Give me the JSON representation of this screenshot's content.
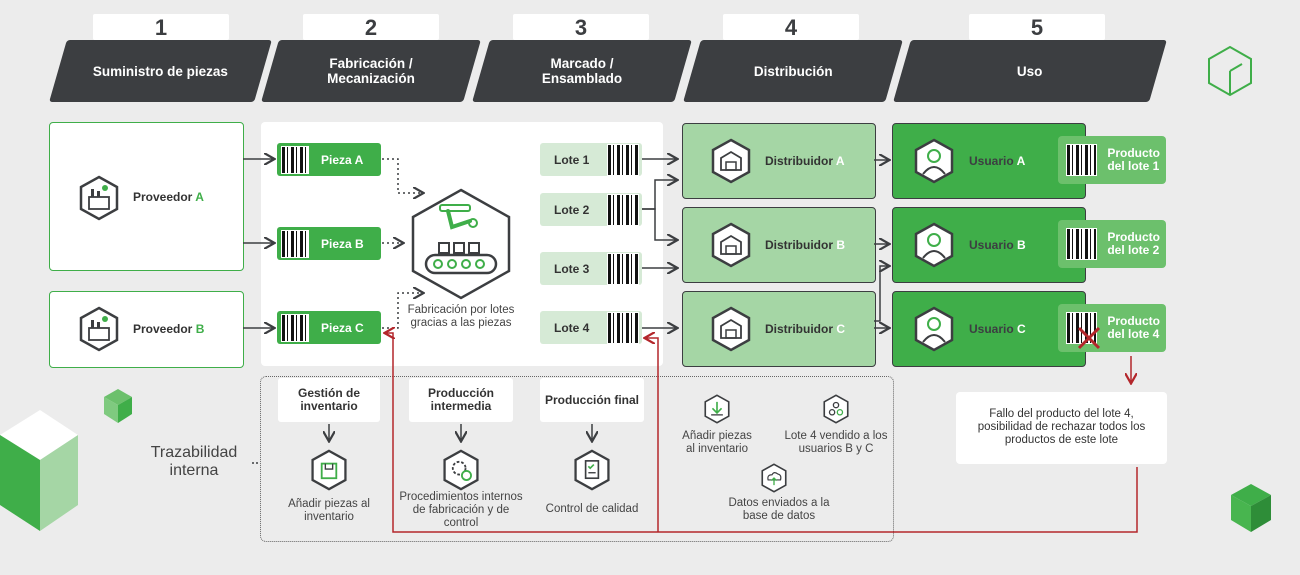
{
  "steps": [
    {
      "num": "1",
      "label": "Suministro de piezas"
    },
    {
      "num": "2",
      "label": "Fabricación / Mecanización"
    },
    {
      "num": "3",
      "label": "Marcado / Ensamblado"
    },
    {
      "num": "4",
      "label": "Distribución"
    },
    {
      "num": "5",
      "label": "Uso"
    }
  ],
  "suppliers": [
    {
      "name": "Proveedor",
      "letter": "A"
    },
    {
      "name": "Proveedor",
      "letter": "B"
    }
  ],
  "pieces": [
    "Pieza A",
    "Pieza B",
    "Pieza C"
  ],
  "manufacturing_caption": "Fabricación por lotes gracias a las piezas",
  "lots": [
    "Lote 1",
    "Lote 2",
    "Lote 3",
    "Lote 4"
  ],
  "distributors": [
    {
      "name": "Distribuidor",
      "letter": "A"
    },
    {
      "name": "Distribuidor",
      "letter": "B"
    },
    {
      "name": "Distribuidor",
      "letter": "C"
    }
  ],
  "users": [
    {
      "name": "Usuario",
      "letter": "A"
    },
    {
      "name": "Usuario",
      "letter": "B"
    },
    {
      "name": "Usuario",
      "letter": "C"
    }
  ],
  "products": [
    "Producto del lote 1",
    "Producto del lote 2",
    "Producto del lote 4"
  ],
  "failure_note": "Fallo del producto del lote 4, posibilidad de rechazar todos los productos de este lote",
  "internal": {
    "title": "Trazabilidad interna",
    "tabs": [
      "Gestión de inventario",
      "Producción intermedia",
      "Producción final"
    ],
    "captions": [
      "Añadir piezas al inventario",
      "Procedimientos internos de fabricación y de control",
      "Control de calidad"
    ],
    "right_captions": [
      "Añadir piezas al inventario",
      "Lote 4 vendido a los usuarios B y C",
      "Datos enviados a la base de datos"
    ]
  },
  "colors": {
    "green": "#3fae49",
    "light_green": "#a5d6a5",
    "dark": "#3c3e41",
    "red": "#b3262b"
  }
}
